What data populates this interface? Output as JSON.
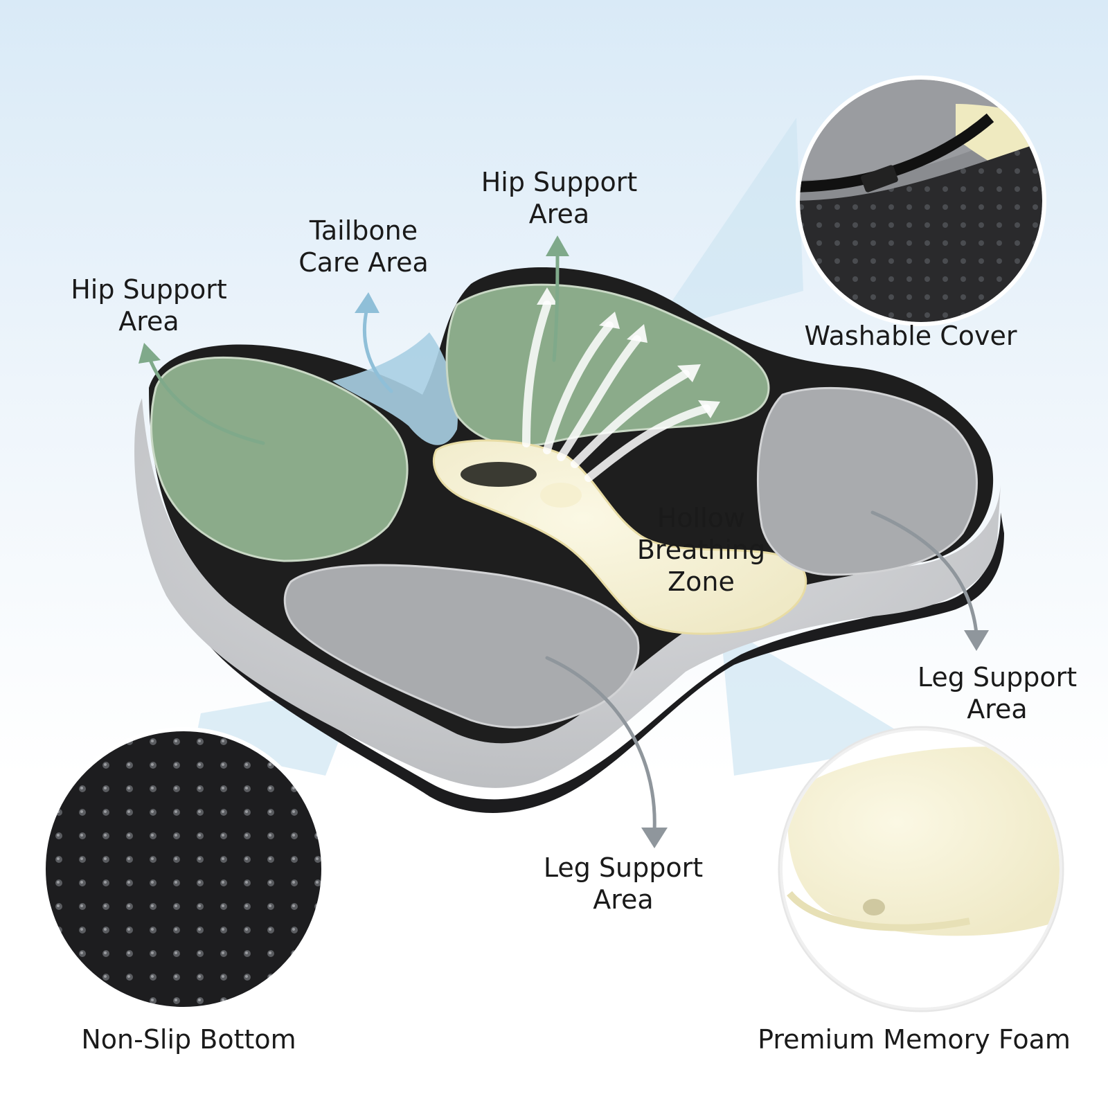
{
  "labels": {
    "hip_left": [
      "Hip Support",
      "Area"
    ],
    "tailbone": [
      "Tailbone",
      "Care Area"
    ],
    "hip_right": [
      "Hip Support",
      "Area"
    ],
    "washable_cover": "Washable Cover",
    "hollow": [
      "Hollow",
      "Breathing",
      "Zone"
    ],
    "leg_right": [
      "Leg Support",
      "Area"
    ],
    "leg_front": [
      "Leg Support",
      "Area"
    ],
    "non_slip": "Non-Slip Bottom",
    "memory_foam": "Premium Memory Foam"
  },
  "colors": {
    "hip_zone": "#8bab8a",
    "tailbone_zone": "#a9cfe3",
    "leg_zone": "#a9abae",
    "hollow_zone": "#f1e6b0",
    "cushion_base": "#1e1e1e",
    "cushion_side": "#c9cacc",
    "arrow_green": "#7fa98a",
    "arrow_blue": "#8fbfd8",
    "arrow_gray": "#8f969c",
    "highlight_ray": "#cfe5f2"
  }
}
